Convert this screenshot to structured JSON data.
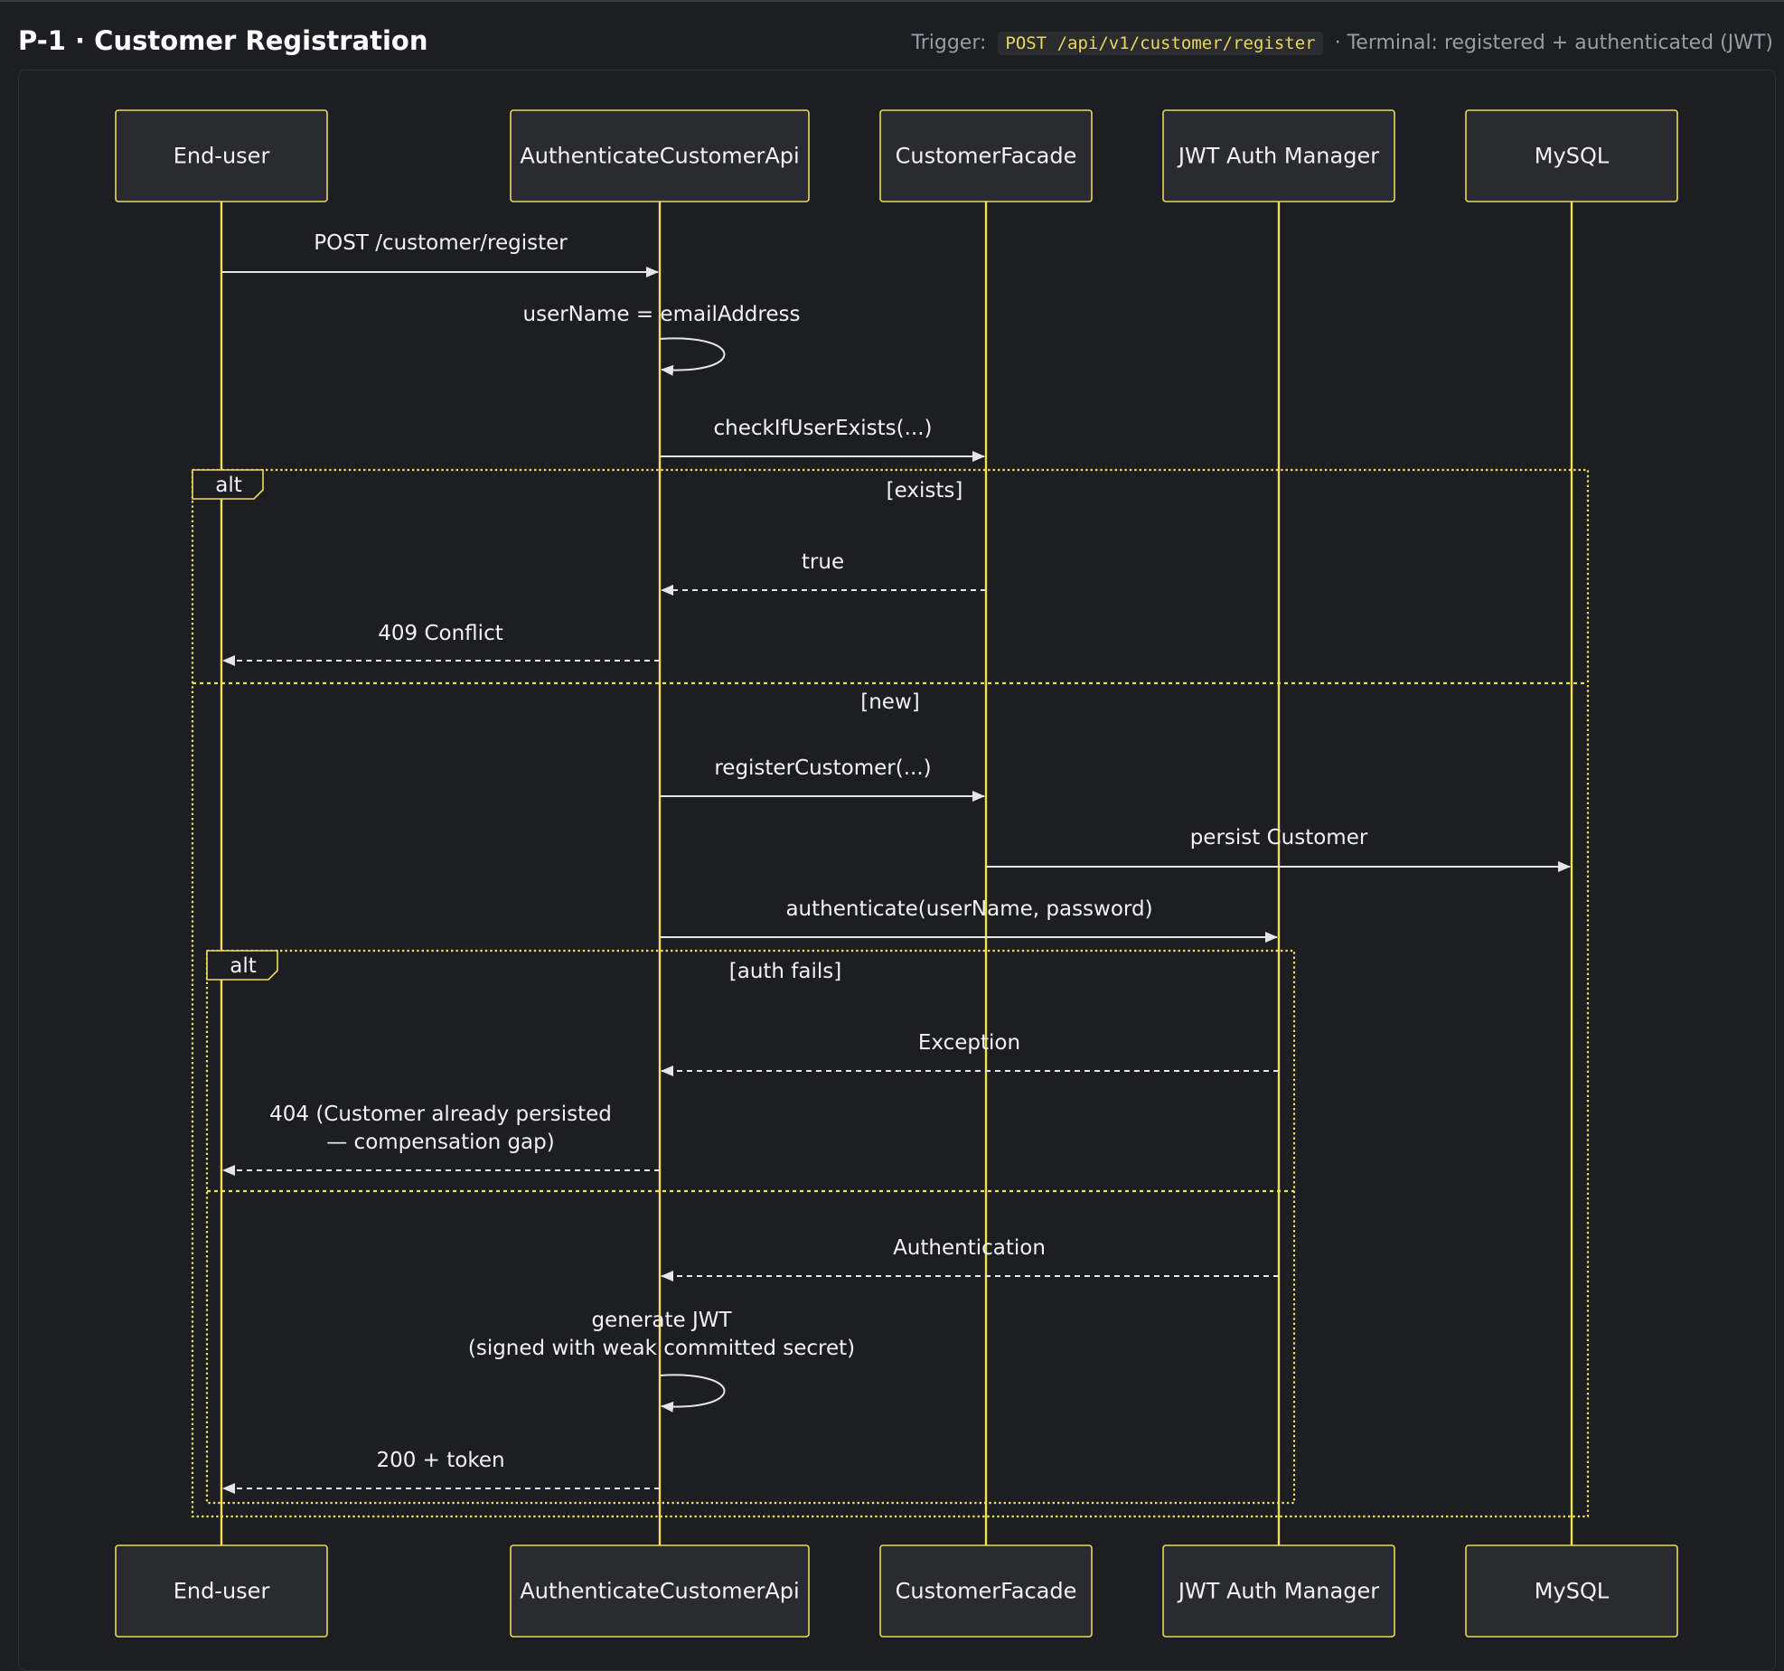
{
  "header": {
    "title": "P-1 · Customer Registration",
    "trigger_label": "Trigger:",
    "trigger_code": "POST /api/v1/customer/register",
    "terminal": "· Terminal: registered + authenticated (JWT)"
  },
  "participants": [
    "End-user",
    "AuthenticateCustomerApi",
    "CustomerFacade",
    "JWT Auth Manager",
    "MySQL"
  ],
  "messages": [
    {
      "from": 0,
      "to": 1,
      "style": "solid",
      "lines": [
        "POST /customer/register"
      ]
    },
    {
      "from": 1,
      "to": 1,
      "style": "self",
      "lines": [
        "userName = emailAddress"
      ]
    },
    {
      "from": 1,
      "to": 2,
      "style": "solid",
      "lines": [
        "checkIfUserExists(...)"
      ]
    },
    {
      "from": 2,
      "to": 1,
      "style": "dashed",
      "lines": [
        "true"
      ]
    },
    {
      "from": 1,
      "to": 0,
      "style": "dashed",
      "lines": [
        "409 Conflict"
      ]
    },
    {
      "from": 1,
      "to": 2,
      "style": "solid",
      "lines": [
        "registerCustomer(...)"
      ]
    },
    {
      "from": 2,
      "to": 4,
      "style": "solid",
      "lines": [
        "persist Customer"
      ]
    },
    {
      "from": 1,
      "to": 3,
      "style": "solid",
      "lines": [
        "authenticate(userName, password)"
      ]
    },
    {
      "from": 3,
      "to": 1,
      "style": "dashed",
      "lines": [
        "Exception"
      ]
    },
    {
      "from": 1,
      "to": 0,
      "style": "dashed",
      "lines": [
        "404 (Customer already persisted",
        "— compensation gap)"
      ]
    },
    {
      "from": 3,
      "to": 1,
      "style": "dashed",
      "lines": [
        "Authentication"
      ]
    },
    {
      "from": 1,
      "to": 1,
      "style": "self",
      "lines": [
        "generate JWT",
        "(signed with weak committed secret)"
      ]
    },
    {
      "from": 1,
      "to": 0,
      "style": "dashed",
      "lines": [
        "200 + token"
      ]
    }
  ],
  "fragments": [
    {
      "type": "alt",
      "label": "alt",
      "guards": [
        "[exists]",
        "[new]"
      ]
    },
    {
      "type": "alt",
      "label": "alt",
      "guards": [
        "[auth fails]"
      ]
    }
  ],
  "colors": {
    "background": "#1d1e21",
    "accent": "#f0dd5a",
    "text": "#f2f2f2",
    "muted": "#9a9ca3"
  }
}
